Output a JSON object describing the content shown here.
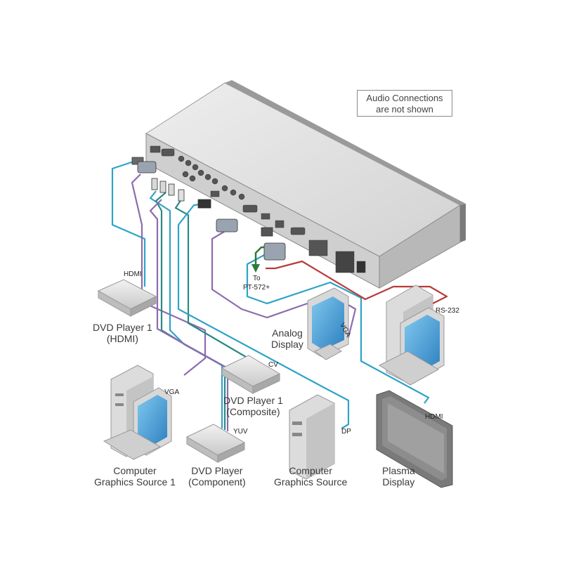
{
  "note": {
    "line1": "Audio Connections",
    "line2": "are not shown"
  },
  "devices": {
    "dvd_hdmi": {
      "line1": "DVD Player 1",
      "line2": "(HDMI)"
    },
    "analog_display": {
      "line1": "Analog",
      "line2": "Display"
    },
    "dvd_composite": {
      "line1": "DVD Player 1",
      "line2": "(Composite)"
    },
    "computer_1": {
      "line1": "Computer",
      "line2": "Graphics Source 1"
    },
    "dvd_component": {
      "line1": "DVD Player",
      "line2": "(Component)"
    },
    "computer_dp": {
      "line1": "Computer",
      "line2": "Graphics Source"
    },
    "plasma": {
      "line1": "Plasma",
      "line2": "Display"
    }
  },
  "ports": {
    "hdmi_in": "HDMI",
    "rs232": "RS-232",
    "vga_out": "VGA",
    "cv": "CV",
    "vga_in": "VGA",
    "yuv": "YUV",
    "dp": "DP",
    "hdmi_out": "HDMI",
    "to": "To",
    "pt": "PT-572+"
  },
  "colors": {
    "hdmi": "#2ea3c8",
    "vga": "#8e6bb0",
    "composite": "#2a8a84",
    "rs232": "#b83a3a",
    "hdbt": "#2e7a3a"
  }
}
